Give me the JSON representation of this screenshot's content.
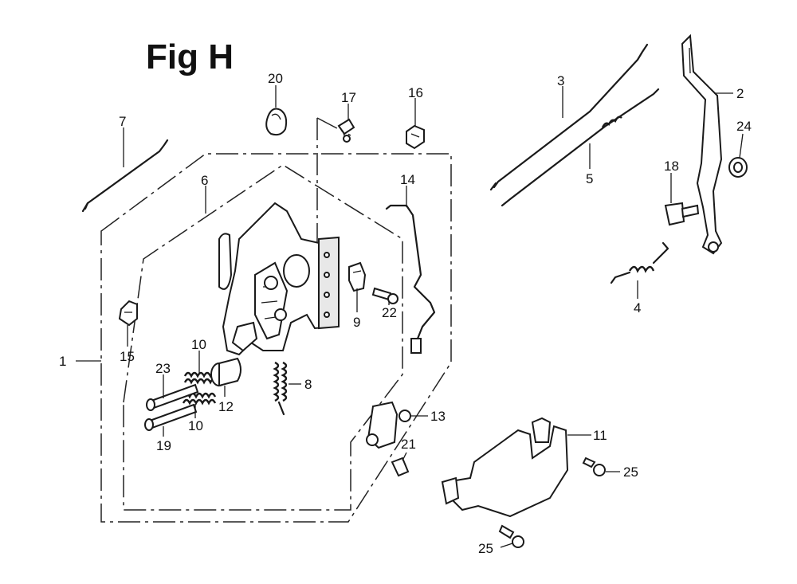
{
  "figure": {
    "title": "Fig H"
  },
  "callouts": [
    {
      "id": "c1",
      "label": "1"
    },
    {
      "id": "c2",
      "label": "2"
    },
    {
      "id": "c3",
      "label": "3"
    },
    {
      "id": "c4",
      "label": "4"
    },
    {
      "id": "c5",
      "label": "5"
    },
    {
      "id": "c6",
      "label": "6"
    },
    {
      "id": "c7",
      "label": "7"
    },
    {
      "id": "c8",
      "label": "8"
    },
    {
      "id": "c9",
      "label": "9"
    },
    {
      "id": "c10a",
      "label": "10"
    },
    {
      "id": "c10b",
      "label": "10"
    },
    {
      "id": "c11",
      "label": "11"
    },
    {
      "id": "c12",
      "label": "12"
    },
    {
      "id": "c13",
      "label": "13"
    },
    {
      "id": "c14",
      "label": "14"
    },
    {
      "id": "c15",
      "label": "15"
    },
    {
      "id": "c16",
      "label": "16"
    },
    {
      "id": "c17",
      "label": "17"
    },
    {
      "id": "c18",
      "label": "18"
    },
    {
      "id": "c19",
      "label": "19"
    },
    {
      "id": "c20",
      "label": "20"
    },
    {
      "id": "c21",
      "label": "21"
    },
    {
      "id": "c22",
      "label": "22"
    },
    {
      "id": "c23",
      "label": "23"
    },
    {
      "id": "c24",
      "label": "24"
    },
    {
      "id": "c25a",
      "label": "25"
    },
    {
      "id": "c25b",
      "label": "25"
    }
  ]
}
